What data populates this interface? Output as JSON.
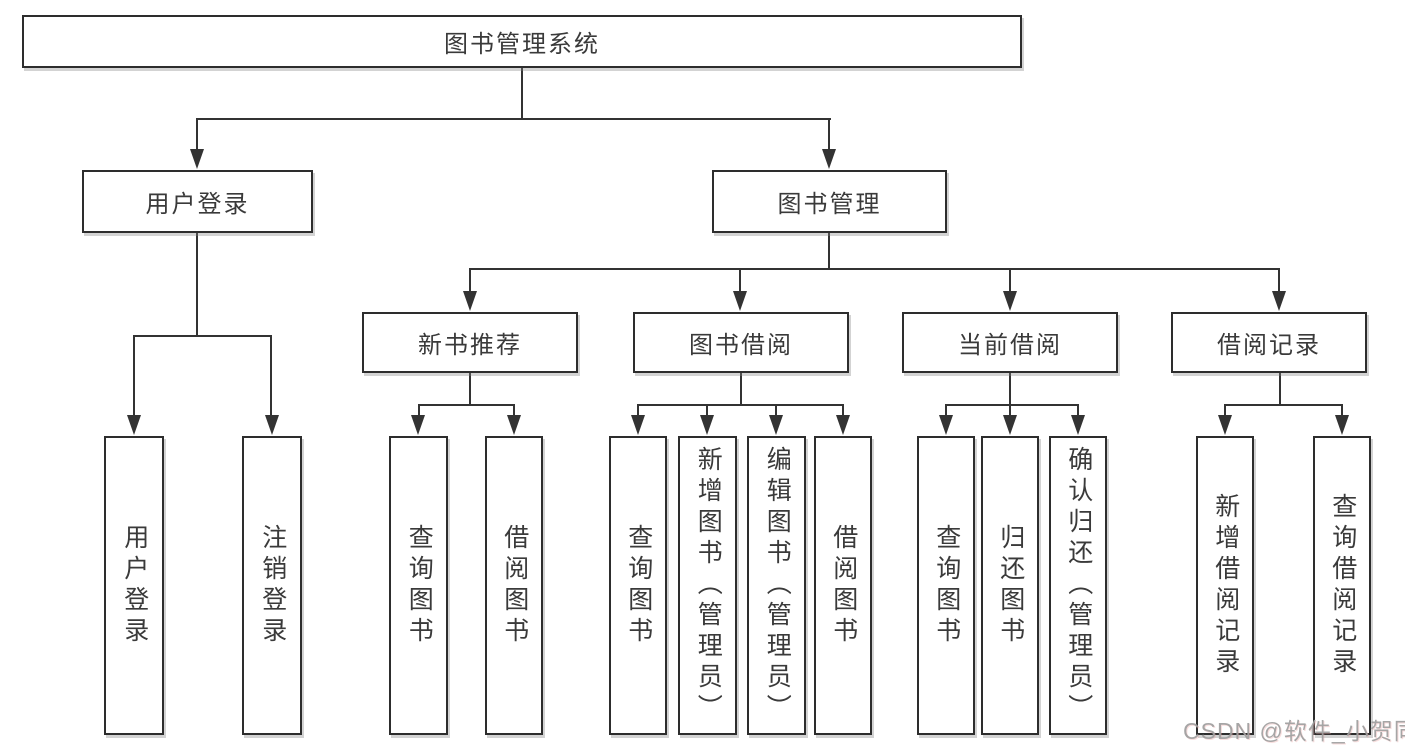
{
  "diagram": {
    "type": "hierarchy-tree",
    "colors": {
      "line": "#333333",
      "box_border": "#2d2d2d",
      "box_fill": "#ffffff",
      "text": "#3a3a3a",
      "background": "#ffffff"
    },
    "root": {
      "label": "图书管理系统"
    },
    "level2": [
      {
        "label": "用户登录",
        "parent": "图书管理系统"
      },
      {
        "label": "图书管理",
        "parent": "图书管理系统"
      }
    ],
    "level3": [
      {
        "label": "新书推荐",
        "parent": "图书管理"
      },
      {
        "label": "图书借阅",
        "parent": "图书管理"
      },
      {
        "label": "当前借阅",
        "parent": "图书管理"
      },
      {
        "label": "借阅记录",
        "parent": "图书管理"
      }
    ],
    "leaves": [
      {
        "label": "用户登录",
        "parent": "用户登录"
      },
      {
        "label": "注销登录",
        "parent": "用户登录"
      },
      {
        "label": "查询图书",
        "parent": "新书推荐"
      },
      {
        "label": "借阅图书",
        "parent": "新书推荐"
      },
      {
        "label": "查询图书",
        "parent": "图书借阅"
      },
      {
        "label": "新增图书（管理员）",
        "parent": "图书借阅"
      },
      {
        "label": "编辑图书（管理员）",
        "parent": "图书借阅"
      },
      {
        "label": "借阅图书",
        "parent": "图书借阅"
      },
      {
        "label": "查询图书",
        "parent": "当前借阅"
      },
      {
        "label": "归还图书",
        "parent": "当前借阅"
      },
      {
        "label": "确认归还（管理员）",
        "parent": "当前借阅"
      },
      {
        "label": "新增借阅记录",
        "parent": "借阅记录"
      },
      {
        "label": "查询借阅记录",
        "parent": "借阅记录"
      }
    ]
  },
  "watermark": {
    "text": "CSDN @软件_小贺同学",
    "color": "#9e9e9e"
  }
}
